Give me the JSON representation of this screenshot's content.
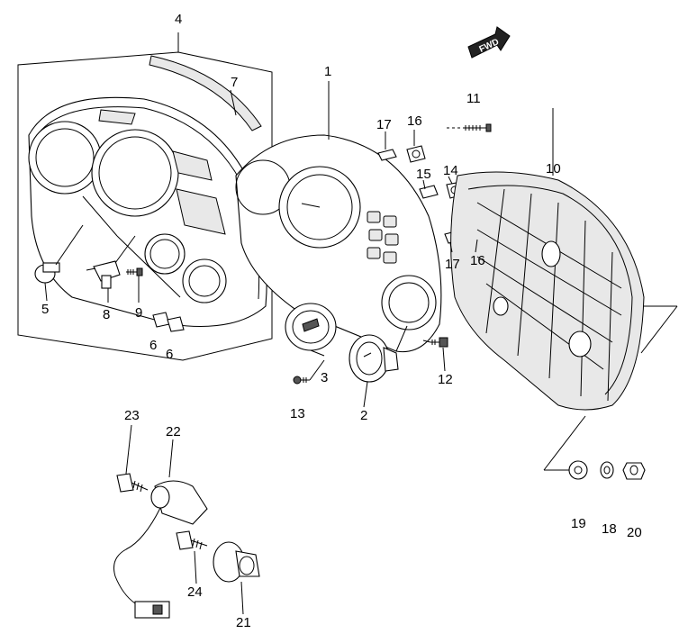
{
  "diagram": {
    "fwd_label": "FWD",
    "callouts": [
      "1",
      "2",
      "3",
      "4",
      "5",
      "6",
      "6",
      "7",
      "8",
      "9",
      "10",
      "11",
      "12",
      "13",
      "14",
      "15",
      "16",
      "16",
      "17",
      "17",
      "18",
      "19",
      "20",
      "21",
      "22",
      "23",
      "24"
    ]
  }
}
